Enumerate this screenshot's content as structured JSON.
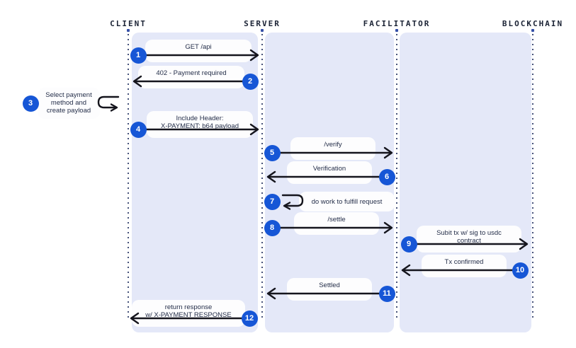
{
  "colors": {
    "accent_blue": "#1656d6",
    "panel_fill": "#e4e8f8",
    "arrow_stroke": "#15151d",
    "label_text": "#242e49",
    "actor_text": "#1b2335"
  },
  "actors": [
    {
      "name": "CLIENT"
    },
    {
      "name": "SERVER"
    },
    {
      "name": "FACILITATOR"
    },
    {
      "name": "BLOCKCHAIN"
    }
  ],
  "steps": [
    {
      "num": "1",
      "label": "GET /api",
      "from": "CLIENT",
      "to": "SERVER",
      "type": "message"
    },
    {
      "num": "2",
      "label": "402 - Payment required",
      "from": "SERVER",
      "to": "CLIENT",
      "type": "message"
    },
    {
      "num": "3",
      "label": "Select payment\nmethod and\ncreate payload",
      "from": "CLIENT",
      "to": "CLIENT",
      "type": "self"
    },
    {
      "num": "4",
      "label": "Include Header:\nX-PAYMENT: b64 payload",
      "from": "CLIENT",
      "to": "SERVER",
      "type": "message"
    },
    {
      "num": "5",
      "label": "/verify",
      "from": "SERVER",
      "to": "FACILITATOR",
      "type": "message"
    },
    {
      "num": "6",
      "label": "Verification",
      "from": "FACILITATOR",
      "to": "SERVER",
      "type": "message"
    },
    {
      "num": "7",
      "label": "do work to fulfill request",
      "from": "SERVER",
      "to": "SERVER",
      "type": "self"
    },
    {
      "num": "8",
      "label": "/settle",
      "from": "SERVER",
      "to": "FACILITATOR",
      "type": "message"
    },
    {
      "num": "9",
      "label": "Subit tx w/ sig to usdc\ncontract",
      "from": "FACILITATOR",
      "to": "BLOCKCHAIN",
      "type": "message"
    },
    {
      "num": "10",
      "label": "Tx confirmed",
      "from": "BLOCKCHAIN",
      "to": "FACILITATOR",
      "type": "message"
    },
    {
      "num": "11",
      "label": "Settled",
      "from": "FACILITATOR",
      "to": "SERVER",
      "type": "message"
    },
    {
      "num": "12",
      "label": "return response\nw/ X-PAYMENT RESPONSE",
      "from": "SERVER",
      "to": "CLIENT",
      "type": "message"
    }
  ]
}
